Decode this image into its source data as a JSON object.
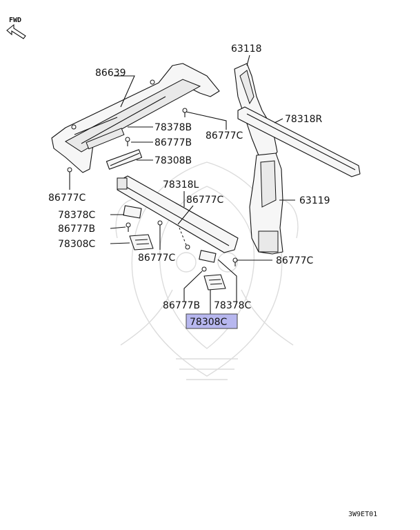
{
  "direction_label": "FWD",
  "diagram_code": "3W9ET01",
  "highlight_color": "#b7b7ef",
  "labels": {
    "p86639": "86639",
    "p63118": "63118",
    "p78378b": "78378B",
    "p78318r": "78318R",
    "p86777b_top": "86777B",
    "p86777c_top": "86777C",
    "p78308b": "78308B",
    "p78318l": "78318L",
    "p86777c_left": "86777C",
    "p86777c_mid": "86777C",
    "p63119": "63119",
    "p78378c_left": "78378C",
    "p86777b_left": "86777B",
    "p78308c_left": "78308C",
    "p86777c_low": "86777C",
    "p86777c_right": "86777C",
    "p86777b_bottom": "86777B",
    "p78378c_bottom": "78378C",
    "p78308c_highlight": "78308C"
  }
}
